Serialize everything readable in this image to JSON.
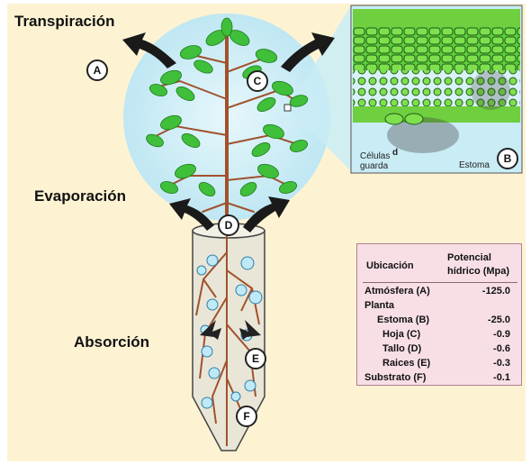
{
  "labels": {
    "transpiracion": "Transpiración",
    "evaporacion": "Evaporación",
    "absorcion": "Absorción",
    "celulas_guarda": "Células guarda",
    "estoma": "Estoma",
    "d_small": "d"
  },
  "markers": {
    "A": "A",
    "B": "B",
    "C": "C",
    "D": "D",
    "E": "E",
    "F": "F"
  },
  "table": {
    "header_location": "Ubicación",
    "header_potential": "Potencial hídrico  (Mpa)",
    "rows": [
      {
        "location": "Atmósfera (A)",
        "value": "-125.0"
      },
      {
        "location": "Planta",
        "value": ""
      },
      {
        "location": "Estoma (B)",
        "value": "-25.0"
      },
      {
        "location": "Hoja (C)",
        "value": "-0.9"
      },
      {
        "location": "Tallo (D)",
        "value": "-0.6"
      },
      {
        "location": "Raices (E)",
        "value": "-0.3"
      },
      {
        "location": "Substrato (F)",
        "value": "-0.1"
      }
    ]
  },
  "colors": {
    "background": "#fdf3d3",
    "halo": "#cdeef7",
    "leaf": "#3fbf3a",
    "stem": "#a0522d",
    "tube": "#e9e6d8",
    "table_bg": "#f8dfe6",
    "inset_bg": "#c9ecf5"
  }
}
